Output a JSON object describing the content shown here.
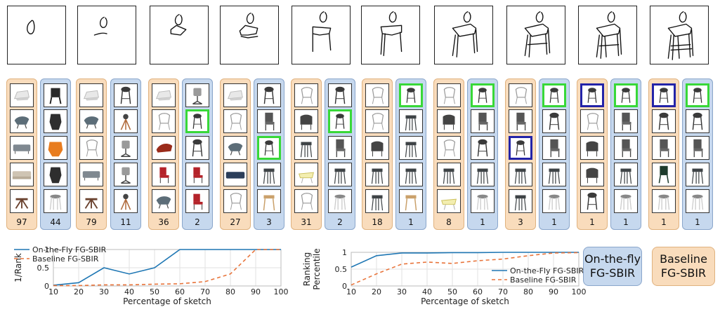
{
  "columns": [
    {
      "base_rank": "97",
      "otf_rank": "44",
      "base_hl": [
        null,
        null,
        null,
        null,
        null
      ],
      "otf_hl": [
        null,
        null,
        null,
        null,
        null
      ]
    },
    {
      "base_rank": "79",
      "otf_rank": "11",
      "base_hl": [
        null,
        null,
        null,
        null,
        null
      ],
      "otf_hl": [
        null,
        null,
        null,
        null,
        null
      ]
    },
    {
      "base_rank": "36",
      "otf_rank": "2",
      "base_hl": [
        null,
        null,
        null,
        null,
        null
      ],
      "otf_hl": [
        null,
        "green",
        null,
        null,
        null
      ]
    },
    {
      "base_rank": "27",
      "otf_rank": "3",
      "base_hl": [
        null,
        null,
        null,
        null,
        null
      ],
      "otf_hl": [
        null,
        null,
        "green",
        null,
        null
      ]
    },
    {
      "base_rank": "31",
      "otf_rank": "2",
      "base_hl": [
        null,
        null,
        null,
        null,
        null
      ],
      "otf_hl": [
        null,
        "green",
        null,
        null,
        null
      ]
    },
    {
      "base_rank": "18",
      "otf_rank": "1",
      "base_hl": [
        null,
        null,
        null,
        null,
        null
      ],
      "otf_hl": [
        "green",
        null,
        null,
        null,
        null
      ]
    },
    {
      "base_rank": "8",
      "otf_rank": "1",
      "base_hl": [
        null,
        null,
        null,
        null,
        null
      ],
      "otf_hl": [
        "green",
        null,
        null,
        null,
        null
      ]
    },
    {
      "base_rank": "3",
      "otf_rank": "1",
      "base_hl": [
        null,
        null,
        "navy",
        null,
        null
      ],
      "otf_hl": [
        "green",
        null,
        null,
        null,
        null
      ]
    },
    {
      "base_rank": "1",
      "otf_rank": "1",
      "base_hl": [
        "navy",
        null,
        null,
        null,
        null
      ],
      "otf_hl": [
        "green",
        null,
        null,
        null,
        null
      ]
    },
    {
      "base_rank": "1",
      "otf_rank": "1",
      "base_hl": [
        "navy",
        null,
        null,
        null,
        null
      ],
      "otf_hl": [
        "green",
        null,
        null,
        null,
        null
      ]
    }
  ],
  "colors": {
    "baseline_fill": "#f9dcbc",
    "otf_fill": "#c6d8ee",
    "correct_green": "#38d838",
    "correct_navy": "#2323a8",
    "otf_line": "#1f77b4",
    "baseline_line": "#e8743b"
  },
  "legend": {
    "otf_label_line1": "On-the-fly",
    "otf_label_line2": "FG-SBIR",
    "base_label_line1": "Baseline",
    "base_label_line2": "FG-SBIR"
  },
  "chart_data": [
    {
      "type": "line",
      "ylabel": "1/Rank",
      "xlabel": "Percentage of sketch",
      "x": [
        10,
        20,
        30,
        40,
        50,
        60,
        70,
        80,
        90,
        100
      ],
      "xlim": [
        10,
        100
      ],
      "ylim": [
        0,
        1
      ],
      "yticks": [
        0,
        0.5,
        1
      ],
      "grid": true,
      "legend_position": "top-left",
      "series": [
        {
          "name": "On-the-Fly FG-SBIR",
          "style": "solid",
          "values": [
            0.02,
            0.09,
            0.5,
            0.33,
            0.5,
            1,
            1,
            1,
            1,
            1
          ]
        },
        {
          "name": "Baseline FG-SBIR",
          "style": "dashed",
          "values": [
            0.01,
            0.01,
            0.03,
            0.03,
            0.05,
            0.06,
            0.12,
            0.33,
            1,
            1
          ]
        }
      ]
    },
    {
      "type": "line",
      "ylabel": "Ranking\nPercentile",
      "xlabel": "Percentage of sketch",
      "x": [
        10,
        20,
        30,
        40,
        50,
        60,
        70,
        80,
        90,
        100
      ],
      "xlim": [
        10,
        100
      ],
      "ylim": [
        0,
        1
      ],
      "yticks": [
        0,
        0.5,
        1
      ],
      "grid": true,
      "legend_position": "bottom-right",
      "series": [
        {
          "name": "On-the-Fly FG-SBIR",
          "style": "solid",
          "values": [
            0.56,
            0.9,
            0.98,
            0.98,
            0.99,
            0.99,
            1,
            1,
            1,
            1
          ]
        },
        {
          "name": "Baseline FG-SBIR",
          "style": "dashed",
          "values": [
            0.03,
            0.36,
            0.65,
            0.71,
            0.67,
            0.75,
            0.8,
            0.9,
            0.98,
            0.99
          ]
        }
      ]
    }
  ]
}
